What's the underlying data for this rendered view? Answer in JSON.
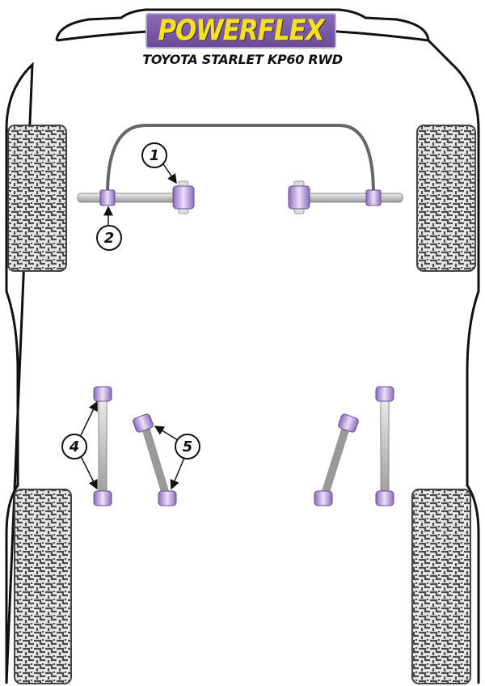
{
  "brand": {
    "logo_text": "POWERFLEX",
    "subtitle": "TOYOTA STARLET KP60 RWD"
  },
  "callouts": [
    {
      "label": "1"
    },
    {
      "label": "2"
    },
    {
      "label": "4"
    },
    {
      "label": "5"
    }
  ],
  "colors": {
    "bushing": "#a58ad0",
    "bar": "#c8c8c8",
    "tyre": "#555555",
    "logo_bg": "#6f4fa0",
    "logo_text": "#f5e21b"
  }
}
